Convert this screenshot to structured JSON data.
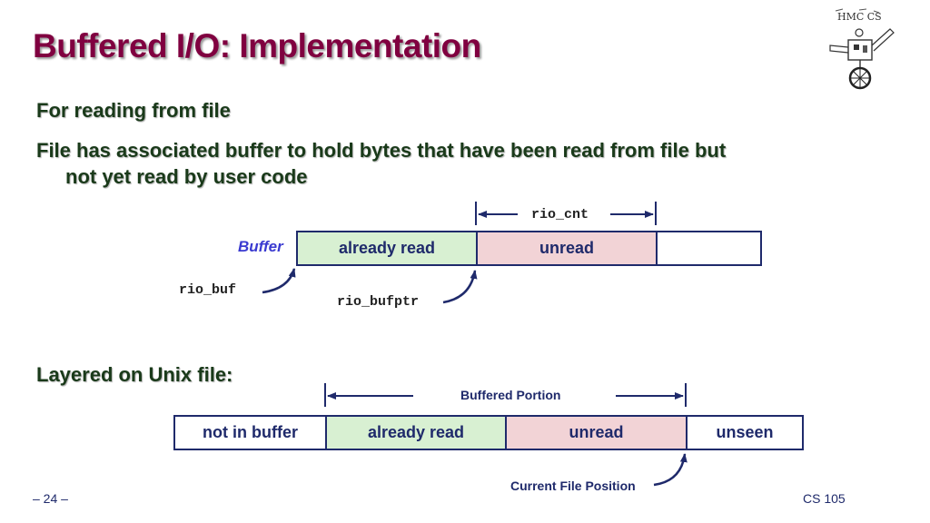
{
  "slide": {
    "title": "Buffered I/O: Implementation",
    "bullets": [
      "For reading from file",
      "File has associated buffer to hold bytes that have been read from file but",
      "not yet read by user code",
      "Layered on Unix file:"
    ],
    "logo_text": "HMC CS"
  },
  "buffer_diagram": {
    "label": "Buffer",
    "segments": [
      "already read",
      "unread",
      ""
    ],
    "rio_cnt": "rio_cnt",
    "rio_buf": "rio_buf",
    "rio_bufptr": "rio_bufptr"
  },
  "file_diagram": {
    "segments": [
      "not in buffer",
      "already read",
      "unread",
      "unseen"
    ],
    "buffered_portion": "Buffered Portion",
    "current_position": "Current File Position"
  },
  "footer": {
    "page": "– 24 –",
    "course": "CS 105"
  },
  "colors": {
    "title": "#800040",
    "outline": "#1f2a6b",
    "already_read_fill": "#d8f0d2",
    "unread_fill": "#f2d3d6"
  }
}
